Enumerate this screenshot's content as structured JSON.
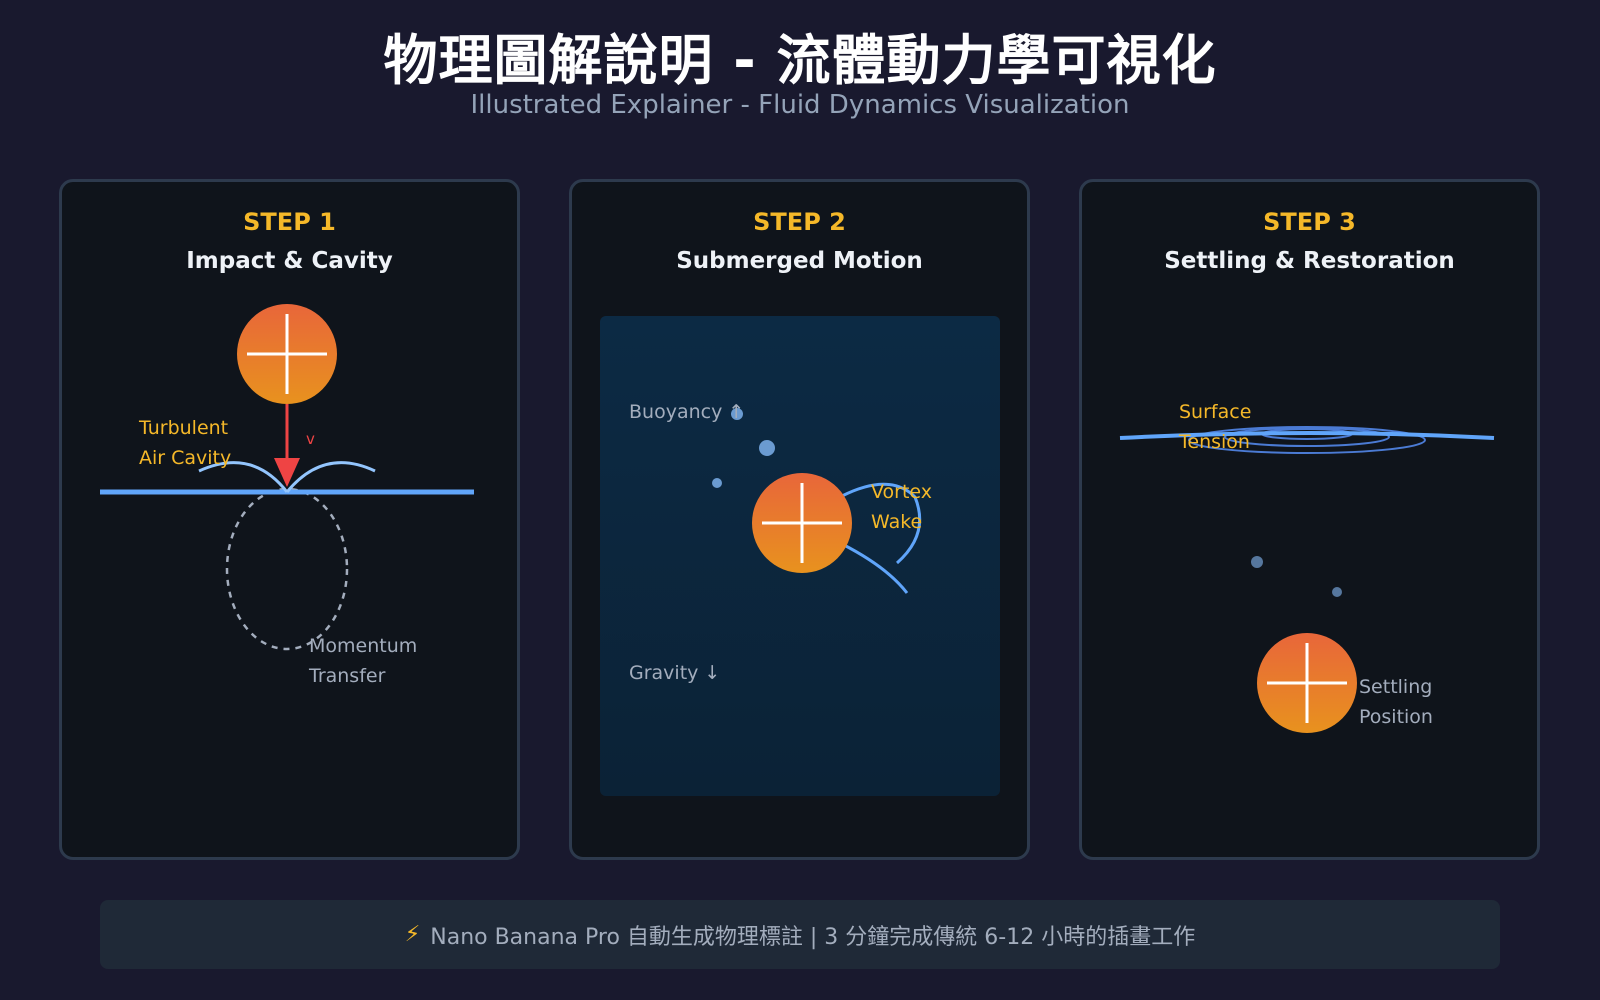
{
  "header": {
    "title": "物理圖解說明 - 流體動力學可視化",
    "subtitle": "Illustrated Explainer - Fluid Dynamics Visualization"
  },
  "panels": [
    {
      "step": "STEP 1",
      "name": "Impact & Cavity",
      "labels": {
        "turbulent_1": "Turbulent",
        "turbulent_2": "Air Cavity",
        "velocity": "v",
        "momentum_1": "Momentum",
        "momentum_2": "Transfer"
      }
    },
    {
      "step": "STEP 2",
      "name": "Submerged Motion",
      "labels": {
        "buoyancy": "Buoyancy ↑",
        "vortex_1": "Vortex",
        "vortex_2": "Wake",
        "gravity": "Gravity ↓"
      }
    },
    {
      "step": "STEP 3",
      "name": "Settling & Restoration",
      "labels": {
        "surface_1": "Surface",
        "surface_2": "Tension",
        "settling_1": "Settling",
        "settling_2": "Position"
      }
    }
  ],
  "footer": {
    "icon": "lightning-icon",
    "text": "Nano Banana Pro 自動生成物理標註 | 3 分鐘完成傳統 6-12 小時的插畫工作"
  },
  "colors": {
    "background": "#19192e",
    "panel": "#0f141b",
    "accent_yellow": "#f5b829",
    "water_blue": "#60a5fa",
    "ball_top": "#e8663a",
    "ball_bottom": "#e8921e",
    "velocity_red": "#ef4444"
  }
}
